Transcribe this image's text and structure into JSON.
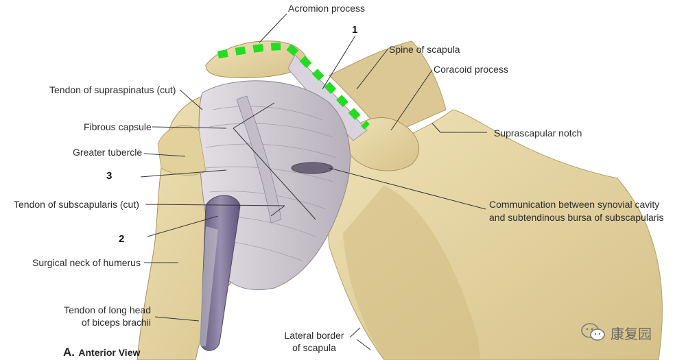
{
  "labels": {
    "acromion": "Acromion process",
    "spine": "Spine of scapula",
    "coracoid": "Coracoid process",
    "supraspinatus": "Tendon of supraspinatus (cut)",
    "fibrous": "Fibrous capsule",
    "greater_tubercle": "Greater tubercle",
    "suprascapular": "Suprascapular notch",
    "subscapularis": "Tendon of subscapularis (cut)",
    "communication_1": "Communication between synovial cavity",
    "communication_2": "and subtendinous bursa of subscapularis",
    "surgical_neck": "Surgical neck of humerus",
    "biceps_1": "Tendon of long head",
    "biceps_2": "of biceps brachii",
    "lateral_1": "Lateral border",
    "lateral_2": "of scapula"
  },
  "markers": {
    "m1": "1",
    "m2": "2",
    "m3": "3"
  },
  "caption": {
    "letter": "A.",
    "text": "Anterior View"
  },
  "watermark": {
    "text": "康复园"
  },
  "colors": {
    "bone": "#e8d9a8",
    "bone_shade": "#c9b277",
    "capsule": "#cfc9cf",
    "capsule_shade": "#a9a1ad",
    "tendon": "#7a6f8f",
    "highlight": "#22dd22"
  },
  "icons": {
    "watermark_icon": "wechat-icon"
  }
}
